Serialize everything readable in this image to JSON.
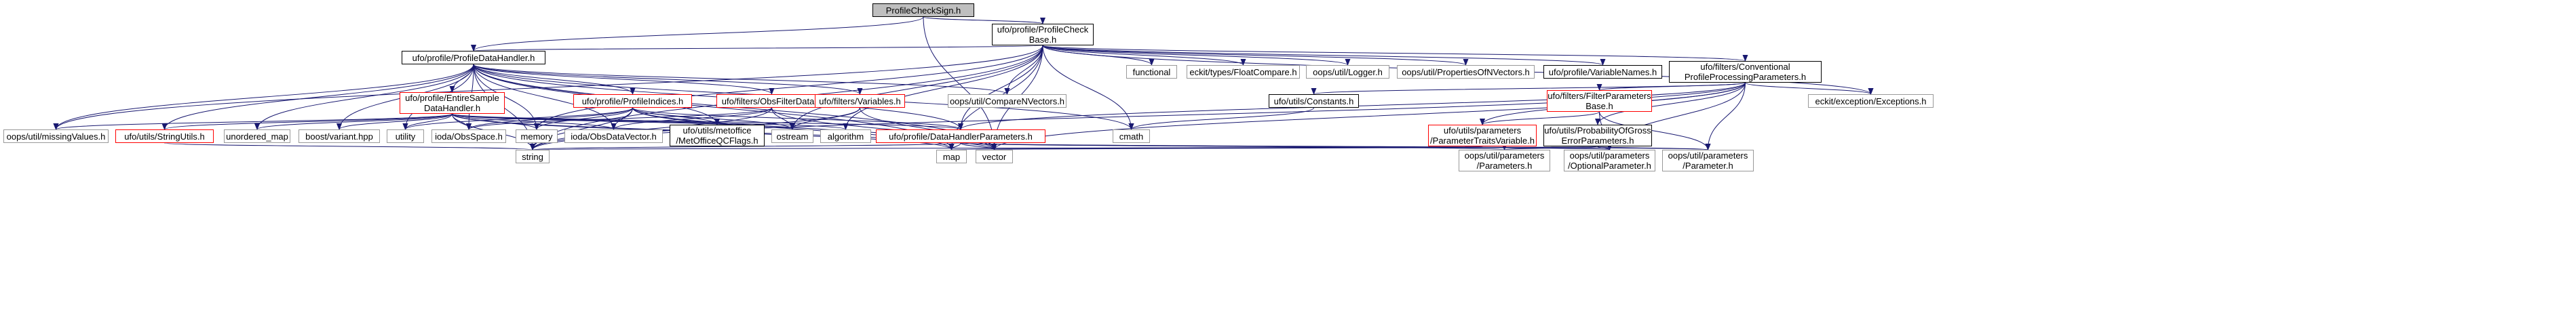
{
  "graph": {
    "colors": {
      "edge": "#191970",
      "node_border_plain": "#999999",
      "node_border_doc": "#000000",
      "node_border_link": "#ff0000",
      "root_fill": "#bfbfbf"
    },
    "nodes": [
      {
        "id": "n0",
        "label": "ProfileCheckSign.h",
        "style": "root"
      },
      {
        "id": "n1",
        "label": "ufo/profile/ProfileCheck\nBase.h",
        "style": "doc"
      },
      {
        "id": "n2",
        "label": "ufo/profile/ProfileDataHandler.h",
        "style": "doc"
      },
      {
        "id": "n3",
        "label": "functional",
        "style": "plain"
      },
      {
        "id": "n4",
        "label": "eckit/types/FloatCompare.h",
        "style": "plain"
      },
      {
        "id": "n5",
        "label": "oops/util/Logger.h",
        "style": "plain"
      },
      {
        "id": "n6",
        "label": "oops/util/PropertiesOfNVectors.h",
        "style": "plain"
      },
      {
        "id": "n7",
        "label": "ufo/profile/VariableNames.h",
        "style": "doc"
      },
      {
        "id": "n8",
        "label": "ufo/filters/Conventional\nProfileProcessingParameters.h",
        "style": "doc"
      },
      {
        "id": "n9",
        "label": "ufo/profile/EntireSample\nDataHandler.h",
        "style": "red"
      },
      {
        "id": "n10",
        "label": "ufo/profile/ProfileIndices.h",
        "style": "red"
      },
      {
        "id": "n11",
        "label": "ufo/filters/ObsFilterData.h",
        "style": "red"
      },
      {
        "id": "n12",
        "label": "ufo/filters/Variables.h",
        "style": "red"
      },
      {
        "id": "n13",
        "label": "oops/util/CompareNVectors.h",
        "style": "plain"
      },
      {
        "id": "n14",
        "label": "ufo/utils/Constants.h",
        "style": "doc"
      },
      {
        "id": "n15",
        "label": "ufo/filters/FilterParameters\nBase.h",
        "style": "red"
      },
      {
        "id": "n16",
        "label": "eckit/exception/Exceptions.h",
        "style": "plain"
      },
      {
        "id": "n17",
        "label": "oops/util/missingValues.h",
        "style": "plain"
      },
      {
        "id": "n18",
        "label": "ufo/utils/StringUtils.h",
        "style": "red"
      },
      {
        "id": "n19",
        "label": "unordered_map",
        "style": "plain"
      },
      {
        "id": "n20",
        "label": "boost/variant.hpp",
        "style": "plain"
      },
      {
        "id": "n21",
        "label": "utility",
        "style": "plain"
      },
      {
        "id": "n22",
        "label": "ioda/ObsSpace.h",
        "style": "plain"
      },
      {
        "id": "n23",
        "label": "memory",
        "style": "plain"
      },
      {
        "id": "n24",
        "label": "ioda/ObsDataVector.h",
        "style": "plain"
      },
      {
        "id": "n25",
        "label": "ufo/utils/metoffice\n/MetOfficeQCFlags.h",
        "style": "doc"
      },
      {
        "id": "n26",
        "label": "ostream",
        "style": "plain"
      },
      {
        "id": "n27",
        "label": "algorithm",
        "style": "plain"
      },
      {
        "id": "n28",
        "label": "ufo/profile/DataHandlerParameters.h",
        "style": "red"
      },
      {
        "id": "n29",
        "label": "cmath",
        "style": "plain"
      },
      {
        "id": "n30",
        "label": "ufo/utils/parameters\n/ParameterTraitsVariable.h",
        "style": "red"
      },
      {
        "id": "n31",
        "label": "ufo/utils/ProbabilityOfGross\nErrorParameters.h",
        "style": "doc"
      },
      {
        "id": "n32",
        "label": "string",
        "style": "plain"
      },
      {
        "id": "n33",
        "label": "map",
        "style": "plain"
      },
      {
        "id": "n34",
        "label": "vector",
        "style": "plain"
      },
      {
        "id": "n35",
        "label": "oops/util/parameters\n/Parameters.h",
        "style": "plain"
      },
      {
        "id": "n36",
        "label": "oops/util/parameters\n/OptionalParameter.h",
        "style": "plain"
      },
      {
        "id": "n37",
        "label": "oops/util/parameters\n/Parameter.h",
        "style": "plain"
      }
    ],
    "edges": [
      [
        "n0",
        "n1"
      ],
      [
        "n0",
        "n2"
      ],
      [
        "n0",
        "n34"
      ],
      [
        "n1",
        "n2"
      ],
      [
        "n1",
        "n3"
      ],
      [
        "n1",
        "n4"
      ],
      [
        "n1",
        "n5"
      ],
      [
        "n1",
        "n6"
      ],
      [
        "n1",
        "n7"
      ],
      [
        "n1",
        "n8"
      ],
      [
        "n1",
        "n13"
      ],
      [
        "n1",
        "n16"
      ],
      [
        "n1",
        "n17"
      ],
      [
        "n1",
        "n23"
      ],
      [
        "n1",
        "n26"
      ],
      [
        "n1",
        "n27"
      ],
      [
        "n1",
        "n28"
      ],
      [
        "n1",
        "n29"
      ],
      [
        "n1",
        "n32"
      ],
      [
        "n1",
        "n33"
      ],
      [
        "n1",
        "n34"
      ],
      [
        "n2",
        "n9"
      ],
      [
        "n2",
        "n10"
      ],
      [
        "n2",
        "n11"
      ],
      [
        "n2",
        "n12"
      ],
      [
        "n2",
        "n13"
      ],
      [
        "n2",
        "n17"
      ],
      [
        "n2",
        "n18"
      ],
      [
        "n2",
        "n19"
      ],
      [
        "n2",
        "n20"
      ],
      [
        "n2",
        "n21"
      ],
      [
        "n2",
        "n22"
      ],
      [
        "n2",
        "n23"
      ],
      [
        "n2",
        "n24"
      ],
      [
        "n2",
        "n25"
      ],
      [
        "n2",
        "n28"
      ],
      [
        "n2",
        "n29"
      ],
      [
        "n2",
        "n32"
      ],
      [
        "n2",
        "n33"
      ],
      [
        "n2",
        "n34"
      ],
      [
        "n8",
        "n14"
      ],
      [
        "n8",
        "n15"
      ],
      [
        "n8",
        "n16"
      ],
      [
        "n8",
        "n28"
      ],
      [
        "n8",
        "n30"
      ],
      [
        "n8",
        "n31"
      ],
      [
        "n8",
        "n32"
      ],
      [
        "n8",
        "n34"
      ],
      [
        "n8",
        "n36"
      ],
      [
        "n8",
        "n37"
      ],
      [
        "n9",
        "n17"
      ],
      [
        "n9",
        "n18"
      ],
      [
        "n9",
        "n19"
      ],
      [
        "n9",
        "n20"
      ],
      [
        "n9",
        "n21"
      ],
      [
        "n9",
        "n22"
      ],
      [
        "n9",
        "n23"
      ],
      [
        "n9",
        "n24"
      ],
      [
        "n9",
        "n25"
      ],
      [
        "n9",
        "n26"
      ],
      [
        "n9",
        "n27"
      ],
      [
        "n9",
        "n28"
      ],
      [
        "n9",
        "n32"
      ],
      [
        "n9",
        "n33"
      ],
      [
        "n9",
        "n34"
      ],
      [
        "n10",
        "n21"
      ],
      [
        "n10",
        "n22"
      ],
      [
        "n10",
        "n23"
      ],
      [
        "n10",
        "n24"
      ],
      [
        "n10",
        "n25"
      ],
      [
        "n10",
        "n26"
      ],
      [
        "n10",
        "n28"
      ],
      [
        "n10",
        "n32"
      ],
      [
        "n10",
        "n33"
      ],
      [
        "n10",
        "n34"
      ],
      [
        "n11",
        "n22"
      ],
      [
        "n11",
        "n24"
      ],
      [
        "n11",
        "n26"
      ],
      [
        "n11",
        "n32"
      ],
      [
        "n11",
        "n34"
      ],
      [
        "n12",
        "n26"
      ],
      [
        "n12",
        "n32"
      ],
      [
        "n12",
        "n34"
      ],
      [
        "n14",
        "n29"
      ],
      [
        "n15",
        "n30"
      ],
      [
        "n15",
        "n36"
      ],
      [
        "n15",
        "n37"
      ],
      [
        "n18",
        "n32"
      ],
      [
        "n28",
        "n32"
      ],
      [
        "n28",
        "n33"
      ],
      [
        "n28",
        "n34"
      ],
      [
        "n28",
        "n35"
      ],
      [
        "n28",
        "n36"
      ],
      [
        "n28",
        "n37"
      ],
      [
        "n30",
        "n32"
      ],
      [
        "n30",
        "n33"
      ],
      [
        "n31",
        "n34"
      ],
      [
        "n31",
        "n35"
      ],
      [
        "n31",
        "n36"
      ],
      [
        "n31",
        "n37"
      ]
    ]
  }
}
